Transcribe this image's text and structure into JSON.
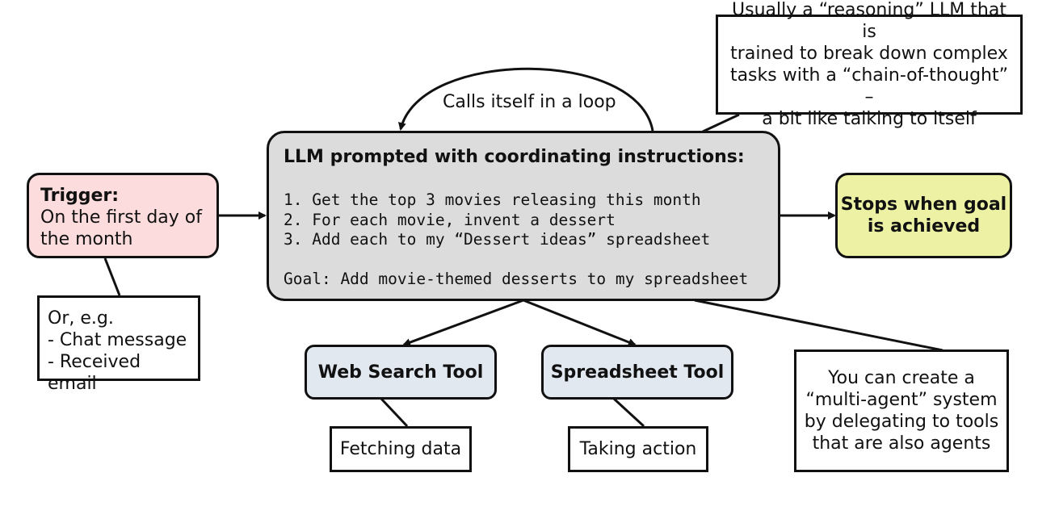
{
  "loop_label": "Calls itself in a loop",
  "reasoning_note": [
    "Usually a “reasoning” LLM that is",
    "trained to break down complex",
    "tasks with a “chain-of-thought” –",
    "a bit like talking to itself"
  ],
  "trigger": {
    "title": "Trigger:",
    "lines": [
      "On the first day of",
      "the month"
    ],
    "color": "#fcdcdc"
  },
  "trigger_alternatives": [
    "Or, e.g.",
    "- Chat message",
    "- Received email"
  ],
  "llm": {
    "title": "LLM prompted with coordinating instructions:",
    "steps": [
      "1. Get the top 3 movies releasing this month",
      "2. For each movie, invent a dessert",
      "3. Add each to my “Dessert ideas” spreadsheet"
    ],
    "goal": "Goal: Add movie-themed desserts to my spreadsheet",
    "color": "#dcdcdc"
  },
  "stop": {
    "lines": [
      "Stops when goal",
      "is achieved"
    ],
    "color": "#ecf1a4"
  },
  "web_search_tool": {
    "label": "Web Search Tool",
    "caption": "Fetching data"
  },
  "spreadsheet_tool": {
    "label": "Spreadsheet Tool",
    "caption": "Taking action"
  },
  "tool_color": "#e2e8f0",
  "multi_agent_note": [
    "You can create a",
    "“multi-agent” system",
    "by delegating to tools",
    "that are also agents"
  ]
}
